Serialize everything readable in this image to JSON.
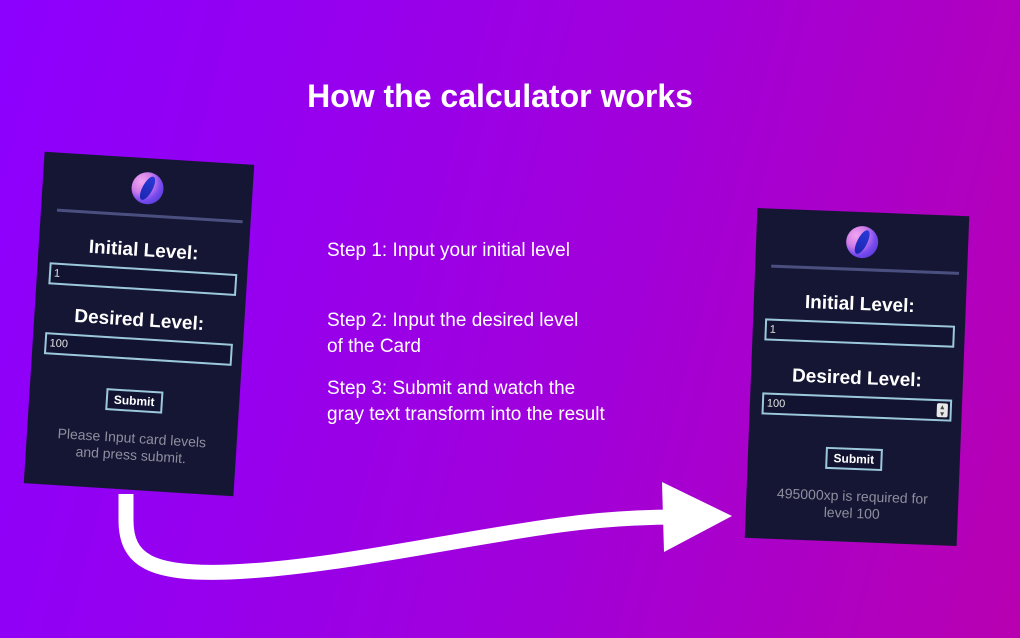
{
  "title": "How the calculator works",
  "colors": {
    "background_left": "#8c00fe",
    "background_right": "#b800b0",
    "card_bg": "#151634",
    "input_border": "#9cc8dc",
    "status_text": "#8e8f9e",
    "arrow": "#ffffff"
  },
  "steps": [
    {
      "line1": "Step 1: Input your initial level",
      "line2": ""
    },
    {
      "line1": "Step 2: Input the desired level",
      "line2": "of the Card"
    },
    {
      "line1": "Step 3: Submit and watch the",
      "line2": "gray text transform into the result"
    }
  ],
  "card_before": {
    "logo_icon": "app-logo-icon",
    "initial_label": "Initial Level:",
    "initial_value": "1",
    "desired_label": "Desired Level:",
    "desired_value": "100",
    "submit_label": "Submit",
    "status_line1": "Please Input card levels",
    "status_line2": "and press submit."
  },
  "card_after": {
    "logo_icon": "app-logo-icon",
    "initial_label": "Initial Level:",
    "initial_value": "1",
    "desired_label": "Desired Level:",
    "desired_value": "100",
    "spinner_icon": "up-down-spinner-icon",
    "submit_label": "Submit",
    "status_line1": "495000xp is required for",
    "status_line2": "level 100"
  },
  "arrow_icon": "curved-arrow-right-icon"
}
